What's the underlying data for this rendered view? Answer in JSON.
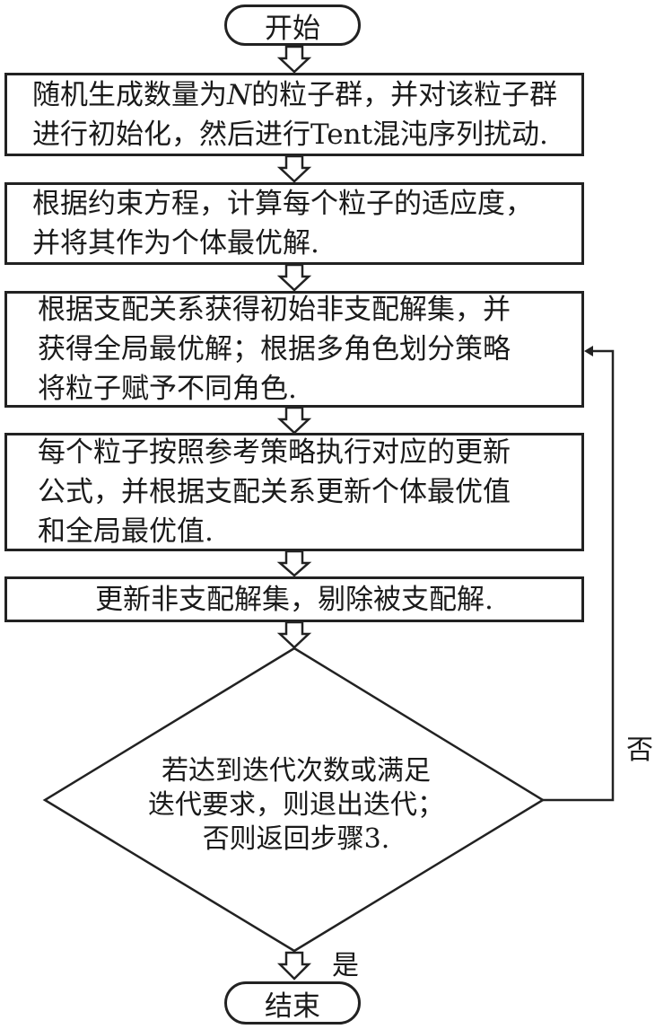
{
  "flowchart": {
    "start": "开始",
    "end": "结束",
    "steps": [
      {
        "lines": [
          "随机生成数量为",
          "N",
          "的粒子群，并对该粒子群",
          "进行初始化，然后进行Tent混沌序列扰动."
        ]
      },
      {
        "lines": [
          "根据约束方程，计算每个粒子的适应度，",
          "并将其作为个体最优解."
        ]
      },
      {
        "lines": [
          "根据支配关系获得初始非支配解集，并",
          "获得全局最优解；根据多角色划分策略",
          "将粒子赋予不同角色."
        ]
      },
      {
        "lines": [
          "每个粒子按照参考策略执行对应的更新",
          "公式，并根据支配关系更新个体最优值",
          "和全局最优值."
        ]
      },
      {
        "lines": [
          "更新非支配解集，剔除被支配解."
        ]
      }
    ],
    "decision": {
      "lines": [
        "若达到迭代次数或满足",
        "迭代要求，则退出迭代；",
        "否则返回步骤3."
      ],
      "yes_label": "是",
      "no_label": "否"
    }
  },
  "colors": {
    "stroke": "#222222",
    "background": "#ffffff"
  }
}
